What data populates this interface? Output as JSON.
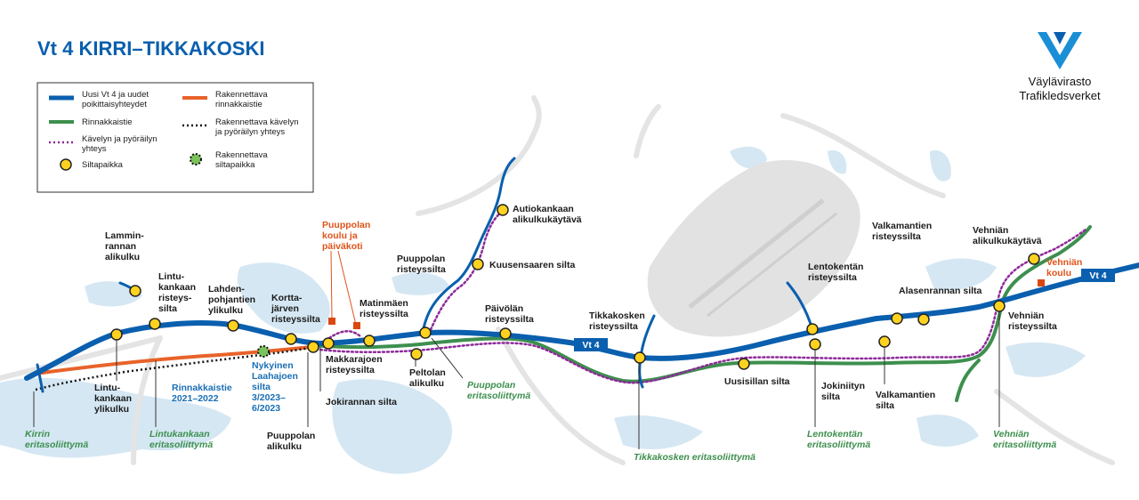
{
  "title": "Vt 4 KIRRI–TIKKAKOSKI",
  "logo": {
    "line1": "Väylävirasto",
    "line2": "Trafikledsverket",
    "color": "#1a8fd6"
  },
  "colors": {
    "main_road": "#0a5fae",
    "parallel_road": "#3d8f4e",
    "planned_parallel": "#e8632a",
    "walk_cycle": "#8e2a9a",
    "bridge": "#ffd21f",
    "water": "#d5e7f3",
    "land_road": "#e6e6e6"
  },
  "legend": {
    "items": [
      {
        "id": "new-road",
        "text1": "Uusi Vt 4 ja uudet",
        "text2": "poikittaisyhteydet"
      },
      {
        "id": "parallel",
        "text1": "Rinnakkaistie",
        "text2": ""
      },
      {
        "id": "walk",
        "text1": "Kävelyn ja pyöräilyn",
        "text2": "yhteys"
      },
      {
        "id": "bridge",
        "text1": "Siltapaikka",
        "text2": ""
      },
      {
        "id": "planned-parallel",
        "text1": "Rakennettava",
        "text2": "rinnakkaistie"
      },
      {
        "id": "planned-walk",
        "text1": "Rakennettava kävelyn",
        "text2": "ja pyöräilyn yhteys"
      },
      {
        "id": "planned-bridge",
        "text1": "Rakennettava",
        "text2": "siltapaikka"
      }
    ]
  },
  "road_badges": [
    "Vt 4",
    "Vt 4"
  ],
  "labels": {
    "lamminrannan": [
      "Lammin-",
      "rannan",
      "alikulku"
    ],
    "lintukankaan_ris": [
      "Lintu-",
      "kankaan",
      "risteys-",
      "silta"
    ],
    "lahdenpohjantien": [
      "Lahden-",
      "pohjantien",
      "ylikulku"
    ],
    "korttajarven": [
      "Kortta-",
      "järven",
      "risteyssilta"
    ],
    "puuppolan_koulu": [
      "Puuppolan",
      "koulu ja",
      "päiväkoti"
    ],
    "matinmaen": [
      "Matinmäen",
      "risteyssilta"
    ],
    "puuppolan_ris": [
      "Puuppolan",
      "risteyssilta"
    ],
    "autiokankaan": [
      "Autiokankaan",
      "alikulkukäytävä"
    ],
    "kuusensaaren": [
      "Kuusensaaren silta"
    ],
    "paivolan": [
      "Päivölän",
      "risteyssilta"
    ],
    "tikkakosken_ris": [
      "Tikkakosken",
      "risteyssilta"
    ],
    "lentokentan_ris": [
      "Lentokentän",
      "risteyssilta"
    ],
    "valkamantien_ris": [
      "Valkamantien",
      "risteyssilta"
    ],
    "alasenrannan": [
      "Alasenrannan silta"
    ],
    "vehnian_ali": [
      "Vehniän",
      "alikulkukäytävä"
    ],
    "vehnian_koulu": [
      "Vehniän",
      "koulu"
    ],
    "vehnian_ris": [
      "Vehniän",
      "risteyssilta"
    ],
    "lintukankaan_yli": [
      "Lintu-",
      "kankaan",
      "ylikulku"
    ],
    "rinnakkaistie": [
      "Rinnakkaistie",
      "2021–2022"
    ],
    "nykyinen": [
      "Nykyinen",
      "Laahajoen",
      "silta",
      "3/2023–",
      "6/2023"
    ],
    "makkarajoen": [
      "Makkarajoen",
      "risteyssilta"
    ],
    "jokirannan": [
      "Jokirannan silta"
    ],
    "puuppolan_ali": [
      "Puuppolan",
      "alikulku"
    ],
    "peltolan": [
      "Peltolan",
      "alikulku"
    ],
    "puuppolan_eri": [
      "Puuppolan",
      "eritasoliittymä"
    ],
    "uusisillan": [
      "Uusisillan silta"
    ],
    "jokiniityn": [
      "Jokiniityn",
      "silta"
    ],
    "valkamantien_silta": [
      "Valkamantien",
      "silta"
    ],
    "kirrin": [
      "Kirrin",
      "eritasoliittymä"
    ],
    "lintukankaan_eri": [
      "Lintukankaan",
      "eritasoliittymä"
    ],
    "tikkakosken_eri": [
      "Tikkakosken eritasoliittymä"
    ],
    "lentokentan_eri": [
      "Lentokentän",
      "eritasoliittymä"
    ],
    "vehnian_eri": [
      "Vehniän",
      "eritasoliittymä"
    ]
  }
}
